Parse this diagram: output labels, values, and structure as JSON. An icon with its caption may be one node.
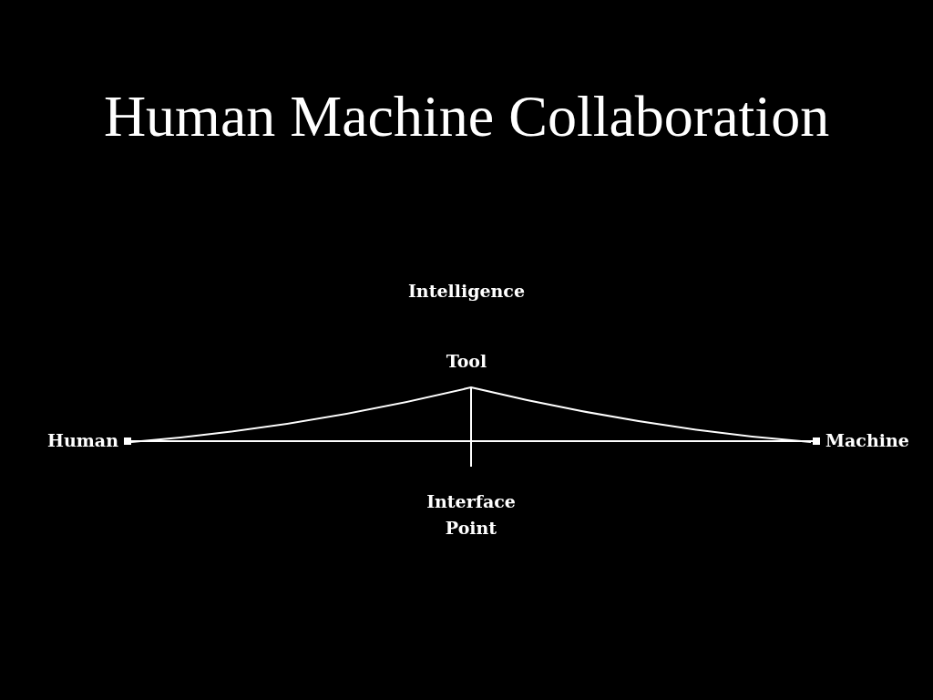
{
  "diagram": {
    "title": "Human Machine Collaboration",
    "nodes": [
      {
        "text": [
          "Human"
        ]
      },
      {
        "text": [
          "Machine"
        ]
      }
    ],
    "edges": [
      {
        "from": 0,
        "to": 1,
        "arrow": "other"
      }
    ],
    "labels": [
      "Intelligence",
      "Tool",
      "Interface Point"
    ]
  }
}
